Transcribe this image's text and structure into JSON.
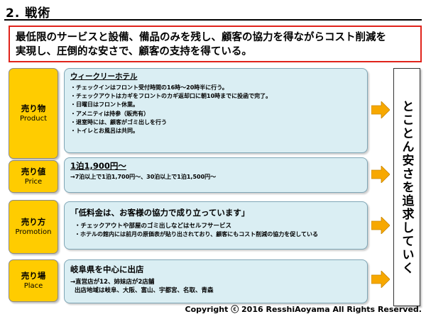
{
  "heading": "2. 戦術",
  "summary": {
    "line1": "最低限のサービスと設備、備品のみを残し、顧客の協力を得ながらコスト削減を",
    "line2": "実現し、圧倒的な安さで、顧客の支持を得ている。"
  },
  "sections": [
    {
      "label_jp": "売り物",
      "label_en": "Product",
      "title": "ウィークリーホテル",
      "lines": [
        "・チェックインはフロント受付時間の16時～20時半に行う。",
        "・チェックアウトはカギをフロントのカギ返却口に朝10時までに投函で完了。",
        "・日曜日はフロント休業。",
        "・アメニティは持参（販売有）",
        "・退室時には、顧客がゴミ出しを行う",
        "・トイレとお風呂は共同。"
      ]
    },
    {
      "label_jp": "売り値",
      "label_en": "Price",
      "title": "1泊1,900円～",
      "lines": [
        "→7泊以上で1泊1,700円～、30泊以上で1泊1,500円～"
      ]
    },
    {
      "label_jp": "売り方",
      "label_en": "Promotion",
      "title": "「低料金は、お客様の協力で成り立っています」",
      "lines": [
        "・チェックアウトや部屋のゴミ出しなどはセルフサービス",
        "・ホテルの館内には前月の原価表が貼り出されており、顧客にもコスト削減の協力を促している"
      ]
    },
    {
      "label_jp": "売り場",
      "label_en": "Place",
      "title": "岐阜県を中心に出店",
      "lines": [
        "→直営店が12、姉妹店が2店舗",
        "出店地域は岐阜、大阪、富山、宇都宮、名取、青森"
      ]
    }
  ],
  "conclusion": "とことん安さを追求していく",
  "copyright": "Copyright ⓒ 2016 ResshiAoyama All Rights Reserved.",
  "colors": {
    "label_fill": "#ffcc00",
    "content_fill": "#daeef3",
    "arrow_fill": "#f7a800",
    "summary_border": "#e0231b"
  }
}
